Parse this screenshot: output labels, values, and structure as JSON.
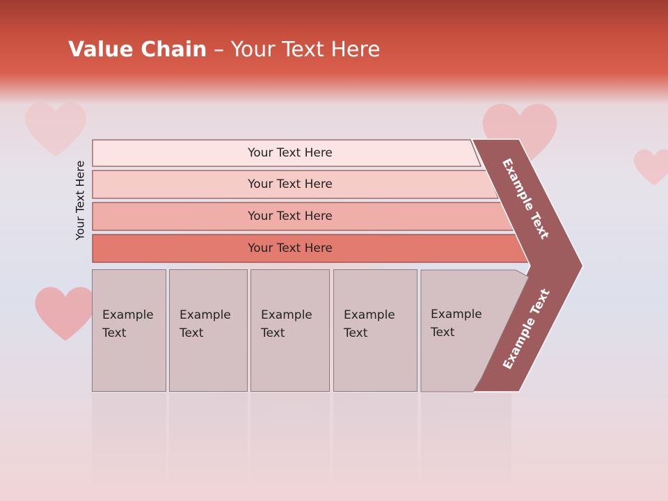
{
  "title": {
    "bold": "Value Chain",
    "rest": " – Your Text Here"
  },
  "side_label": "Your Text Here",
  "bars": [
    {
      "label": "Your Text Here",
      "color": "#fbe4e3"
    },
    {
      "label": "Your Text Here",
      "color": "#f5ccc8"
    },
    {
      "label": "Your Text Here",
      "color": "#efaea7"
    },
    {
      "label": "Your Text Here",
      "color": "#e27b70"
    }
  ],
  "boxes": [
    {
      "line1": "Example",
      "line2": "Text"
    },
    {
      "line1": "Example",
      "line2": "Text"
    },
    {
      "line1": "Example",
      "line2": "Text"
    },
    {
      "line1": "Example",
      "line2": "Text"
    },
    {
      "line1": "Example",
      "line2": "Text"
    }
  ],
  "chevron": {
    "upper_label": "Example Text",
    "lower_label": "Example Text",
    "color": "#9e5c5f"
  }
}
